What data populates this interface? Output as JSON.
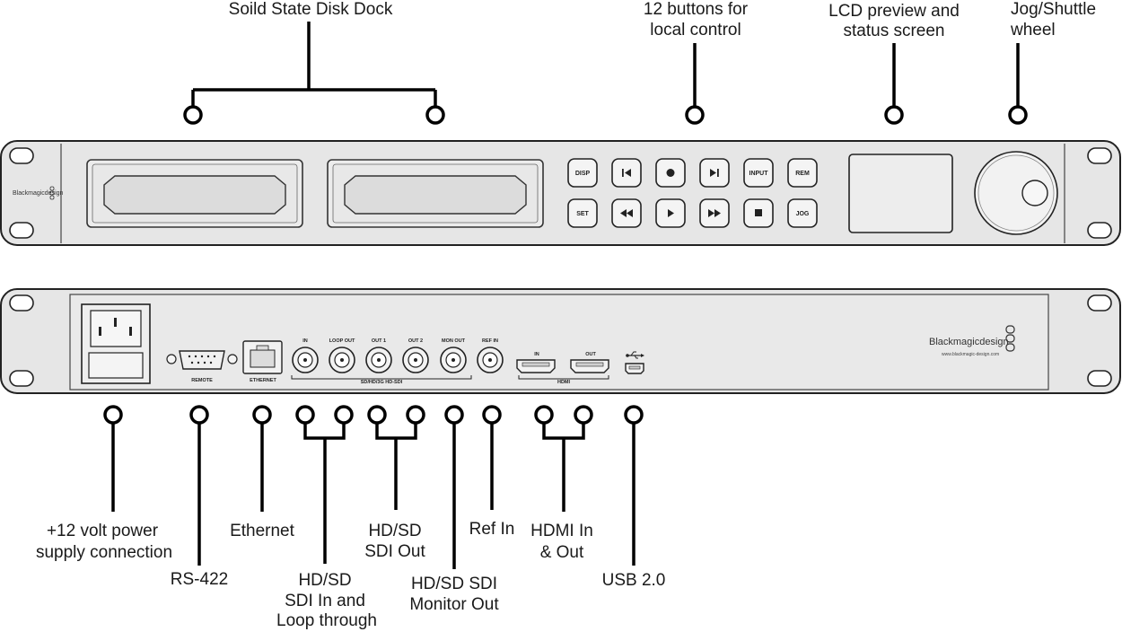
{
  "callouts": {
    "ssd_dock": "Soild State Disk Dock",
    "buttons_line1": "12 buttons for",
    "buttons_line2": "local control",
    "lcd_line1": "LCD preview and",
    "lcd_line2": "status screen",
    "jog_line1": "Jog/Shuttle",
    "jog_line2": "wheel",
    "power_line1": "+12 volt power",
    "power_line2": "supply connection",
    "rs422": "RS-422",
    "ethernet": "Ethernet",
    "sdi_in_line1": "HD/SD",
    "sdi_in_line2": "SDI In and",
    "sdi_in_line3": "Loop through",
    "sdi_out_line1": "HD/SD",
    "sdi_out_line2": "SDI Out",
    "monitor_line1": "HD/SD SDI",
    "monitor_line2": "Monitor Out",
    "ref_in": "Ref In",
    "hdmi_line1": "HDMI In",
    "hdmi_line2": "& Out",
    "usb": "USB 2.0"
  },
  "front_panel": {
    "brand": "Blackmagicdesign",
    "buttons": {
      "disp": "DISP",
      "set": "SET",
      "input": "INPUT",
      "rem": "REM",
      "jog": "JOG"
    },
    "icons": [
      "skip-back-icon",
      "record-icon",
      "skip-forward-icon",
      "rewind-icon",
      "play-icon",
      "fast-forward-icon",
      "stop-icon"
    ]
  },
  "rear_panel": {
    "brand": "Blackmagicdesign",
    "url": "www.blackmagic-design.com",
    "labels": {
      "remote": "REMOTE",
      "ethernet": "ETHERNET",
      "sdi_in": "IN",
      "loop_out": "LOOP OUT",
      "out1": "OUT 1",
      "out2": "OUT 2",
      "mon_out": "MON OUT",
      "ref_in": "REF IN",
      "sdi_group": "SD/HD/3G HD-SDI",
      "hdmi_in": "IN",
      "hdmi_out": "OUT",
      "hdmi_group": "HDMI"
    }
  }
}
